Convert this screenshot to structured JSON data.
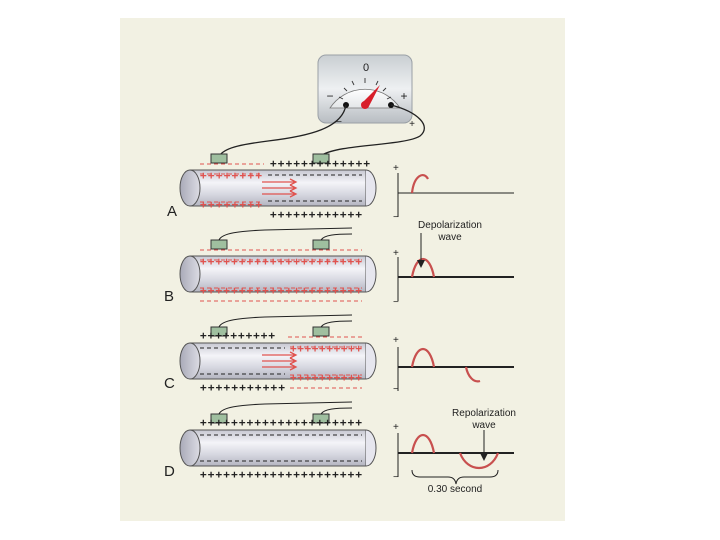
{
  "meter": {
    "zero_label": "0",
    "minus_label": "−",
    "plus_label": "+",
    "lead_minus": "−",
    "lead_plus": "+"
  },
  "panels": [
    {
      "letter": "A",
      "scope_plus": "+",
      "scope_minus": "−"
    },
    {
      "letter": "B",
      "scope_plus": "+",
      "scope_minus": "−"
    },
    {
      "letter": "C",
      "scope_plus": "+",
      "scope_minus": "−"
    },
    {
      "letter": "D",
      "scope_plus": "+",
      "scope_minus": "−"
    }
  ],
  "annotations": {
    "depolarization_line1": "Depolarization",
    "depolarization_line2": "wave",
    "repolarization_line1": "Repolarization",
    "repolarization_line2": "wave",
    "duration": "0.30 second"
  },
  "colors": {
    "background": "#f2f1e3",
    "charge_red": "#e0534f",
    "wave_red": "#c8504f",
    "electrode": "#9fbf9f",
    "needle": "#d81f2a"
  }
}
